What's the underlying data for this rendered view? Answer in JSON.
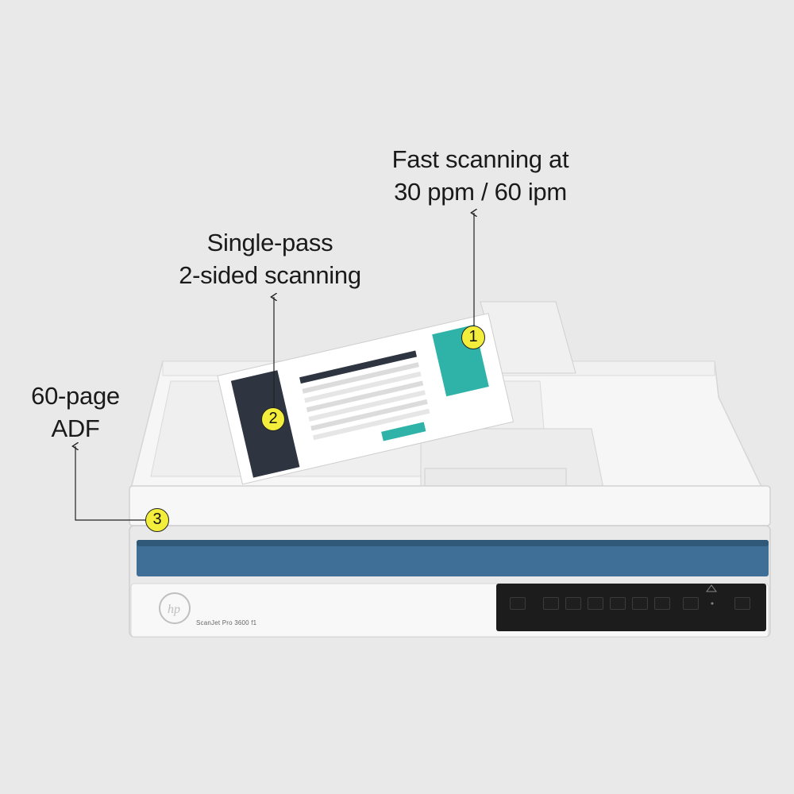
{
  "callouts": {
    "fast_scanning": {
      "line1": "Fast scanning at",
      "line2": "30 ppm / 60 ipm"
    },
    "single_pass": {
      "line1": "Single-pass",
      "line2": "2-sided scanning"
    },
    "adf": {
      "line1": "60-page",
      "line2": "ADF"
    }
  },
  "badges": {
    "one": "1",
    "two": "2",
    "three": "3"
  },
  "product": {
    "model": "ScanJet Pro 3600 f1",
    "logo_text": "hp"
  },
  "colors": {
    "badge": "#f2ee3b",
    "accent_blue": "#3f6f96",
    "panel": "#1c1c1c",
    "teal": "#2fb3a8"
  }
}
